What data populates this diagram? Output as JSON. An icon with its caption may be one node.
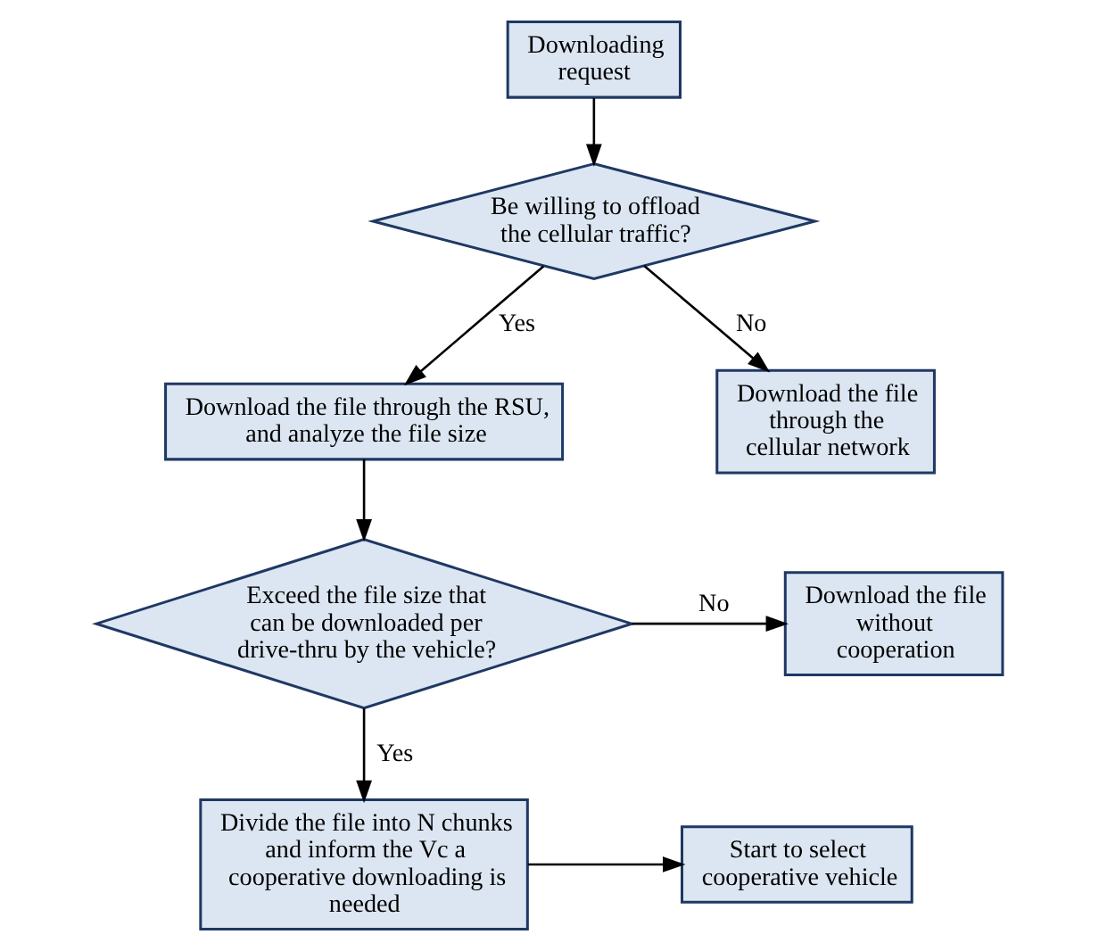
{
  "diagram": {
    "nodes": [
      {
        "text": [
          "Downloading request"
        ]
      },
      {
        "text": [
          "Be willing to offload the cellular traffic?"
        ]
      },
      {
        "text": [
          "Download the file through the cellular network"
        ]
      },
      {
        "text": [
          "Download the file through the RSU, and analyze the file size"
        ]
      },
      {
        "text": [
          "Exceed the file size that can be downloaded per drive-thru by the vehicle?"
        ]
      },
      {
        "text": [
          "Download the file without cooperation"
        ]
      },
      {
        "text": [
          "Divide the file into N chunks and inform the Vc a cooperative downloading is needed"
        ]
      },
      {
        "text": [
          "Start to select cooperative vehicle"
        ]
      }
    ],
    "edges": [
      {
        "from": 0,
        "to": 1,
        "arrow": "to"
      },
      {
        "from": 1,
        "to": 3,
        "arrow": "to",
        "label": "Yes"
      },
      {
        "from": 1,
        "to": 2,
        "arrow": "to",
        "label": "No"
      },
      {
        "from": 3,
        "to": 4,
        "arrow": "to"
      },
      {
        "from": 4,
        "to": 5,
        "arrow": "to",
        "label": "No"
      },
      {
        "from": 4,
        "to": 6,
        "arrow": "to",
        "label": "Yes"
      },
      {
        "from": 6,
        "to": 7,
        "arrow": "to"
      }
    ]
  }
}
